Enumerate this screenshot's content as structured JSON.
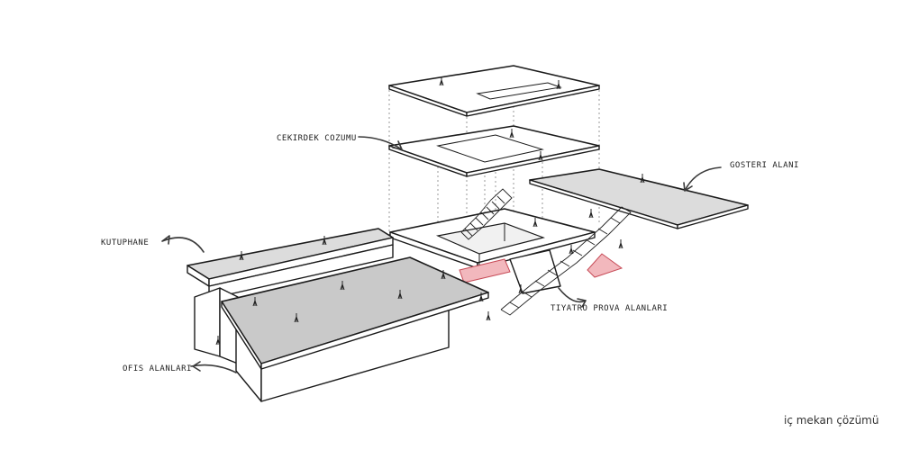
{
  "labels": {
    "cekirdek": "CEKIRDEK COZUMU",
    "gosteri": "GOSTERI ALANI",
    "kutuphane": "KUTUPHANE",
    "tiyatro": "TIYATRO PROVA ALANLARI",
    "ofis": "OFIS ALANLARI"
  },
  "caption": "iç mekan çözümü",
  "colors": {
    "line": "#1b1b1b",
    "roof_fill": "#c9c9c9",
    "accent_pink": "#f2b8bd",
    "accent_pink_line": "#c74b57",
    "dashed_guides": "#9a9a9a"
  }
}
